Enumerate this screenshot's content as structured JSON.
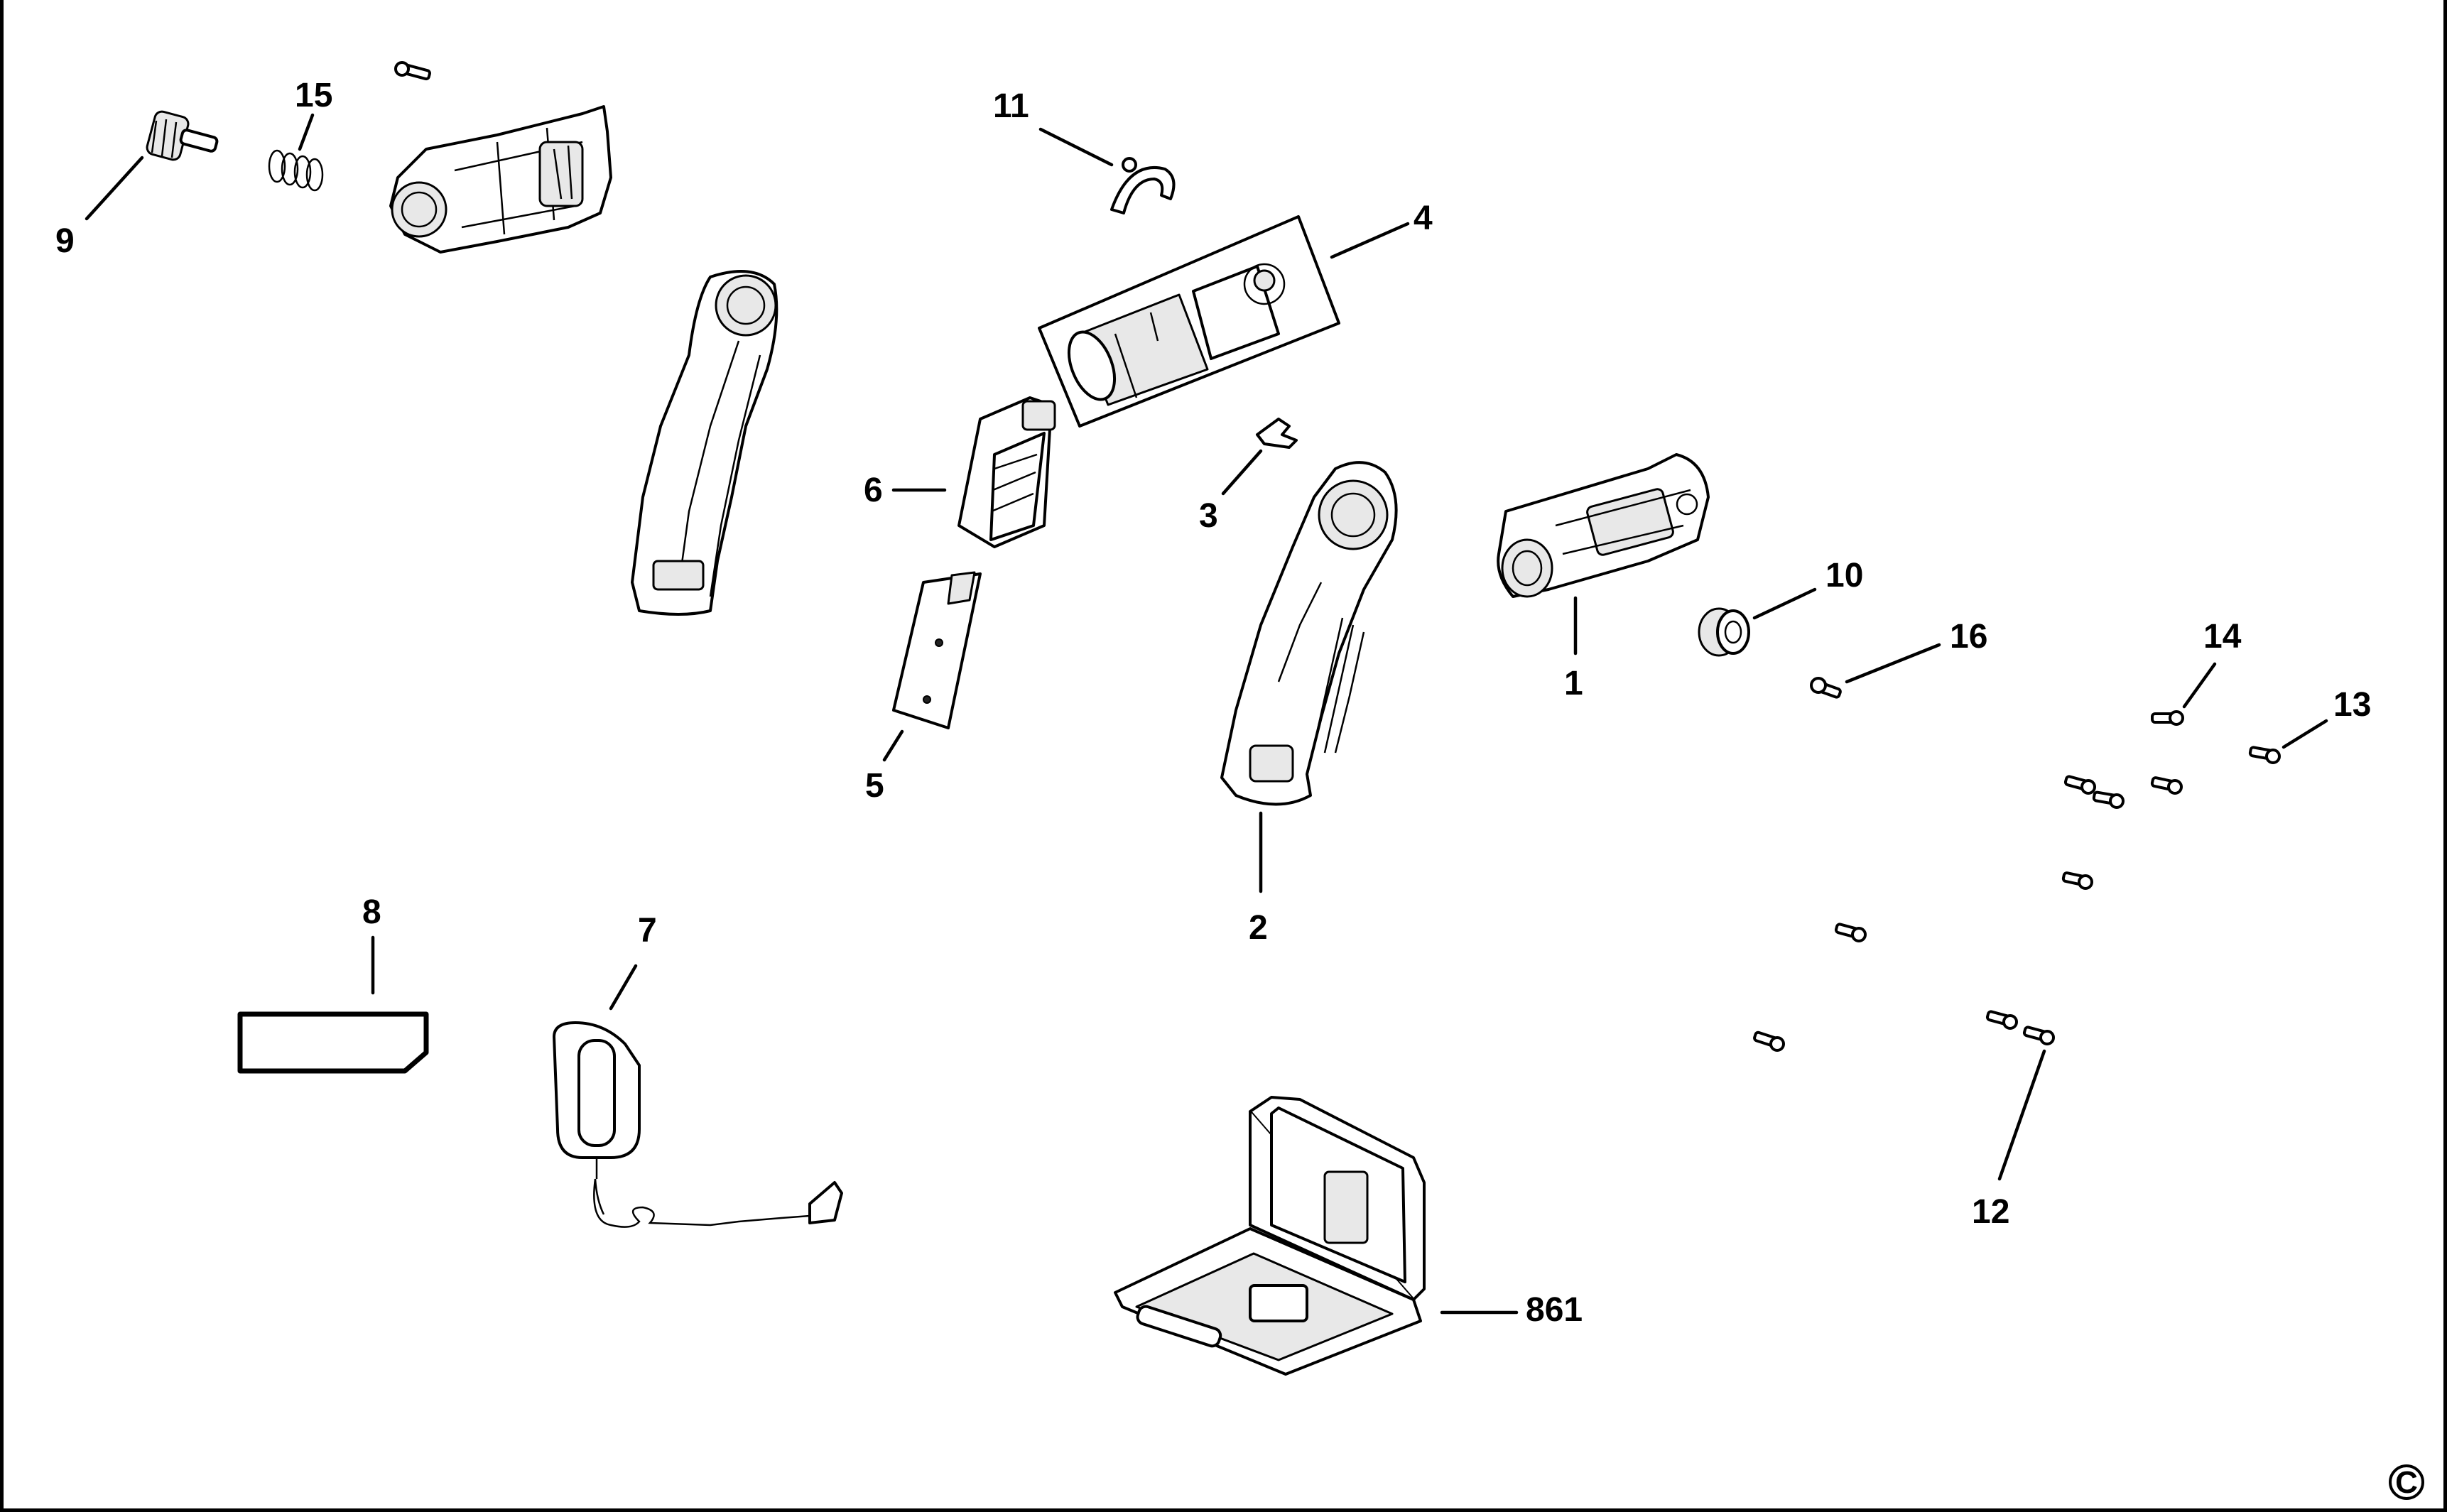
{
  "labels": {
    "l1": "1",
    "l2": "2",
    "l3": "3",
    "l4": "4",
    "l5": "5",
    "l6": "6",
    "l7": "7",
    "l8": "8",
    "l9": "9",
    "l10": "10",
    "l11": "11",
    "l12": "12",
    "l13": "13",
    "l14": "14",
    "l15": "15",
    "l16": "16",
    "l861": "861"
  },
  "copyright_symbol": "C"
}
